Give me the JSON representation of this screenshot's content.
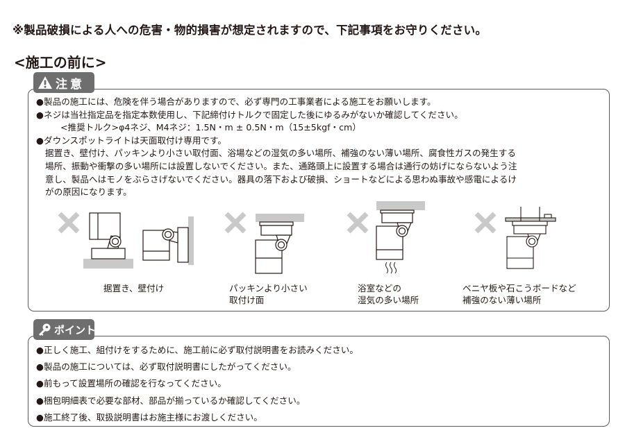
{
  "notice": "※製品破損による人への危害・物的損害が想定されますので、下記事項をお守りください。",
  "heading": "<施工の前に>",
  "caution": {
    "tab_label": "注意",
    "tab_icon": "warning-triangle-icon",
    "items": [
      {
        "type": "bullet",
        "text": "製品の施工には、危険を伴う場合がありますので、必ず専門の工事業者による施工をお願いします。"
      },
      {
        "type": "bullet",
        "text": "ネジは当社指定品を指定本数使用し、下記締付けトルクで固定した後にゆるみがないか確認してください。"
      },
      {
        "type": "sub",
        "text": "<推奨トルク>φ4ネジ、M4ネジ：1.5N・m ± 0.5N・m（15±5kgf・cm）"
      },
      {
        "type": "bullet",
        "text": "ダウンスポットライトは天面取付け専用です。"
      },
      {
        "type": "cont",
        "text": "据置き、壁付け、パッキンより小さい取付面、浴場などの湿気の多い場所、補強のない薄い場所、腐食性ガスの発生する"
      },
      {
        "type": "cont",
        "text": "場所、振動や衝撃の多い場所には設置しないでください。また、通路頭上に設置する場合は通行の妨げにならないよう注"
      },
      {
        "type": "cont",
        "text": "意し、製品へはモノをぶらさげないでください。器具の落下および破損、ショートなどによる思わぬ事故や感電によるけ"
      },
      {
        "type": "cont",
        "text": "がの原因になります。"
      }
    ],
    "figures": [
      {
        "mark": "prohibited-x-icon",
        "caption_lines": [
          "据置き、壁付け"
        ]
      },
      {
        "mark": "prohibited-x-icon",
        "caption_lines": [
          "パッキンより小さい",
          "取付け面"
        ]
      },
      {
        "mark": "prohibited-x-icon",
        "caption_lines": [
          "浴室などの",
          "湿気の多い場所"
        ]
      },
      {
        "mark": "prohibited-x-icon",
        "caption_lines": [
          "ベニヤ板や石こうボードなど",
          "補強のない薄い場所"
        ]
      }
    ]
  },
  "point": {
    "tab_label": "ポイント",
    "tab_icon": "key-icon",
    "items": [
      "正しく施工、組付けをするために、施工前に必ず取付説明書をお読みください。",
      "製品の施工については、必ず取付説明書にしたがってください。",
      "前もって設置場所の確認を行なってください。",
      "梱包明細表で必要な部材、部品が揃っているか確認してください。",
      "施工終了後、取扱説明書はお施主様にお渡しください。"
    ]
  },
  "colors": {
    "text": "#231815",
    "tab_bg": "#6f6e6e",
    "border": "#595757",
    "prohibited_mark": "#c9c9c9",
    "surface_gray": "#c9c9c9"
  }
}
